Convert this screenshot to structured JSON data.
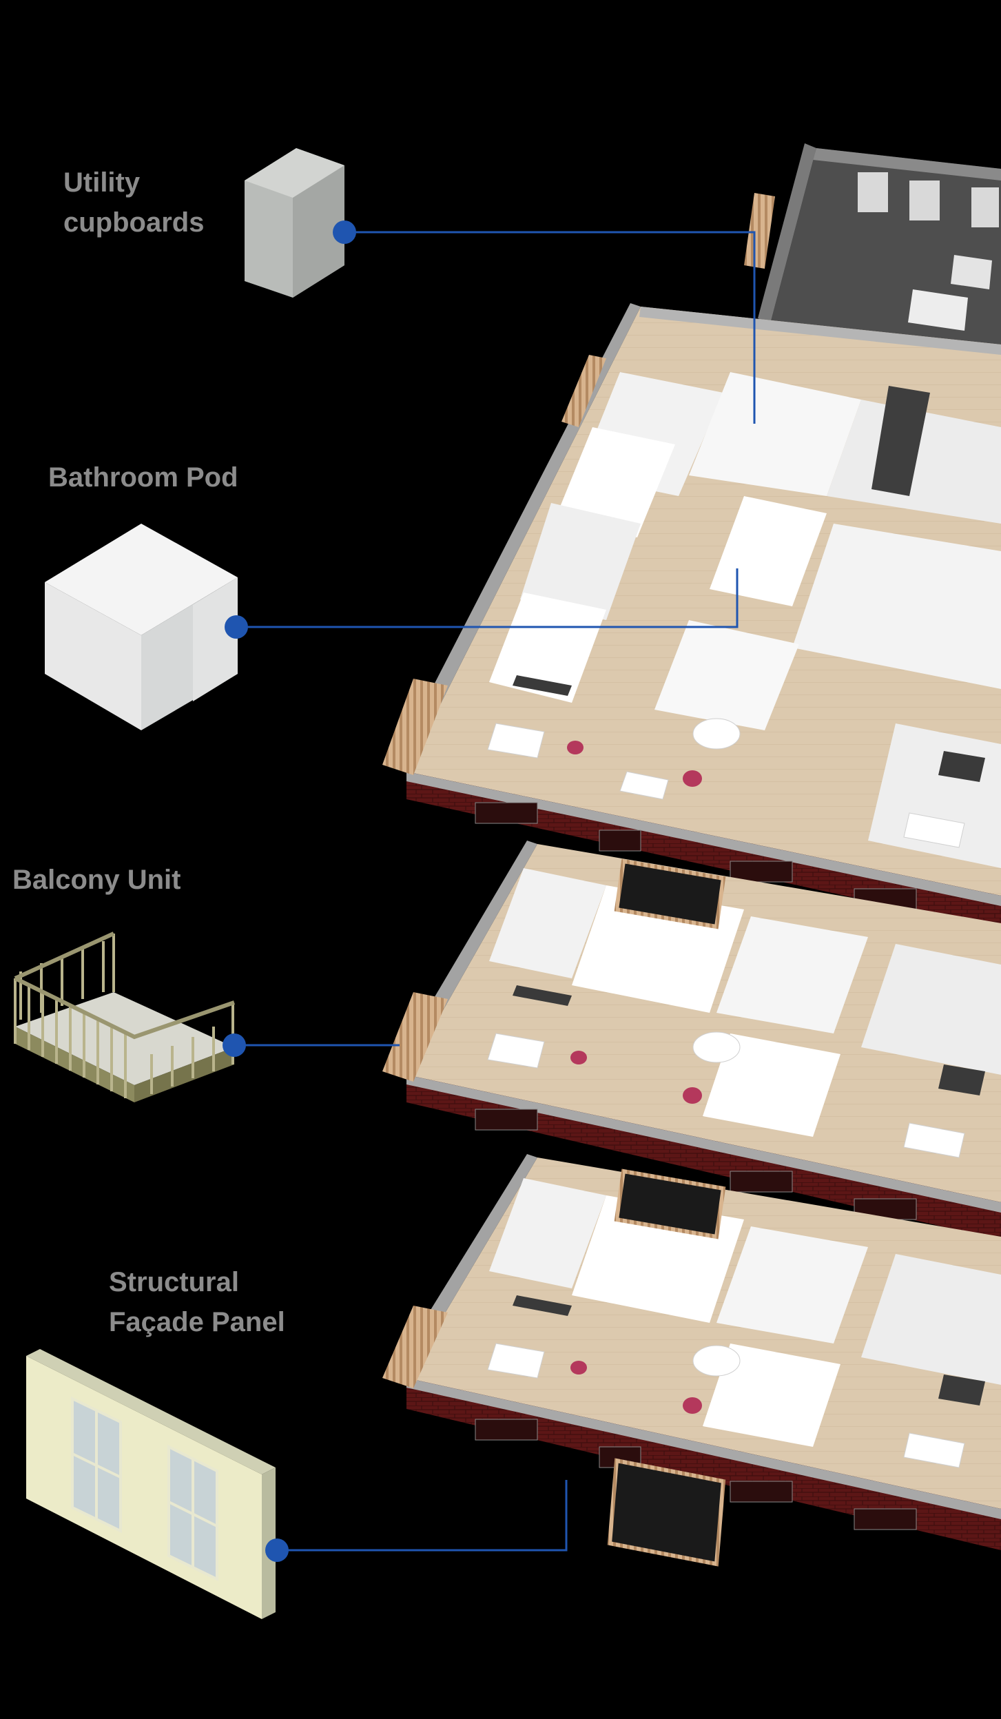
{
  "labels": {
    "utility": {
      "line1": "Utility",
      "line2": "cupboards"
    },
    "bathroom": {
      "line1": "Bathroom Pod"
    },
    "balcony": {
      "line1": "Balcony Unit"
    },
    "facade": {
      "line1": "Structural",
      "line2": "Façade Panel"
    }
  },
  "colors": {
    "background": "#000000",
    "label_text": "#8c8c8c",
    "connector": "#1f55b0",
    "floor_finish": "#d9c6ab",
    "wall": "#f2f2f2",
    "slab_edge": "#9e9e9e",
    "brick": "#5a1414",
    "concrete": "#6f6f6f"
  }
}
